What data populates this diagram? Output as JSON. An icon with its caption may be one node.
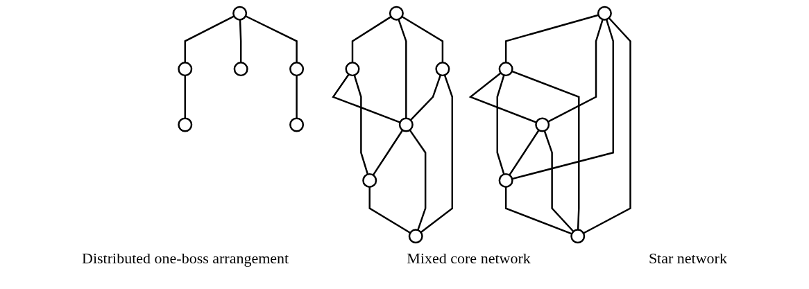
{
  "diagram": {
    "nodes": [
      {
        "text": [],
        "shape": "circle"
      },
      {
        "text": [],
        "shape": "circle"
      },
      {
        "text": [],
        "shape": "circle"
      },
      {
        "text": [],
        "shape": "circle"
      },
      {
        "text": [],
        "shape": "circle"
      },
      {
        "text": [],
        "shape": "circle"
      },
      {
        "text": [],
        "shape": "circle"
      },
      {
        "text": [],
        "shape": "circle"
      },
      {
        "text": [],
        "shape": "circle"
      },
      {
        "text": [],
        "shape": "circle"
      },
      {
        "text": [],
        "shape": "circle"
      },
      {
        "text": [],
        "shape": "circle"
      },
      {
        "text": [],
        "shape": "circle"
      },
      {
        "text": [],
        "shape": "circle"
      },
      {
        "text": [],
        "shape": "circle"
      },
      {
        "text": [],
        "shape": "circle"
      },
      {
        "text": [],
        "shape": "circle"
      }
    ],
    "edges": [
      {
        "from": 0,
        "to": 1,
        "arrow": "none"
      },
      {
        "from": 0,
        "to": 2,
        "arrow": "none"
      },
      {
        "from": 0,
        "to": 3,
        "arrow": "none"
      },
      {
        "from": 1,
        "to": 4,
        "arrow": "none"
      },
      {
        "from": 3,
        "to": 5,
        "arrow": "none"
      },
      {
        "from": 6,
        "to": 7,
        "arrow": "none"
      },
      {
        "from": 6,
        "to": 8,
        "arrow": "none"
      },
      {
        "from": 6,
        "to": 9,
        "arrow": "none"
      },
      {
        "from": 7,
        "to": 8,
        "arrow": "none"
      },
      {
        "from": 9,
        "to": 8,
        "arrow": "none"
      },
      {
        "from": 7,
        "to": 10,
        "arrow": "none"
      },
      {
        "from": 9,
        "to": 11,
        "arrow": "none"
      },
      {
        "from": 8,
        "to": 10,
        "arrow": "none"
      },
      {
        "from": 8,
        "to": 11,
        "arrow": "none"
      },
      {
        "from": 10,
        "to": 11,
        "arrow": "none"
      },
      {
        "from": 12,
        "to": 13,
        "arrow": "none"
      },
      {
        "from": 12,
        "to": 14,
        "arrow": "none"
      },
      {
        "from": 12,
        "to": 15,
        "arrow": "none"
      },
      {
        "from": 12,
        "to": 16,
        "arrow": "none"
      },
      {
        "from": 13,
        "to": 14,
        "arrow": "none"
      },
      {
        "from": 13,
        "to": 15,
        "arrow": "none"
      },
      {
        "from": 13,
        "to": 16,
        "arrow": "none"
      },
      {
        "from": 14,
        "to": 15,
        "arrow": "none"
      },
      {
        "from": 14,
        "to": 16,
        "arrow": "none"
      },
      {
        "from": 15,
        "to": 16,
        "arrow": "none"
      }
    ],
    "labels": [
      "Distributed one-boss arrangement",
      "Mixed core network",
      "Star network"
    ]
  }
}
